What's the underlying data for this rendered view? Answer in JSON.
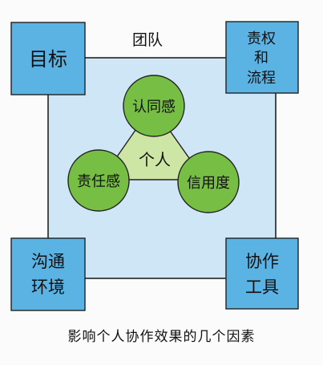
{
  "diagram": {
    "team_label": "团队",
    "corners": {
      "top_left": [
        "目标"
      ],
      "top_right": [
        "责权",
        "和",
        "流程"
      ],
      "bottom_left": [
        "沟通",
        "环境"
      ],
      "bottom_right": [
        "协作",
        "工具"
      ]
    },
    "center_label": "个人",
    "circles": {
      "top": "认同感",
      "left": "责任感",
      "right": "信用度"
    },
    "caption": "影响个人协作效果的几个因素"
  },
  "colors": {
    "square_fill": "#cfe6f7",
    "corner_box_fill": "#5bb3e3",
    "triangle_fill": "#cde6a6",
    "circle_fill": "#76bf44",
    "outline": "#222222"
  }
}
